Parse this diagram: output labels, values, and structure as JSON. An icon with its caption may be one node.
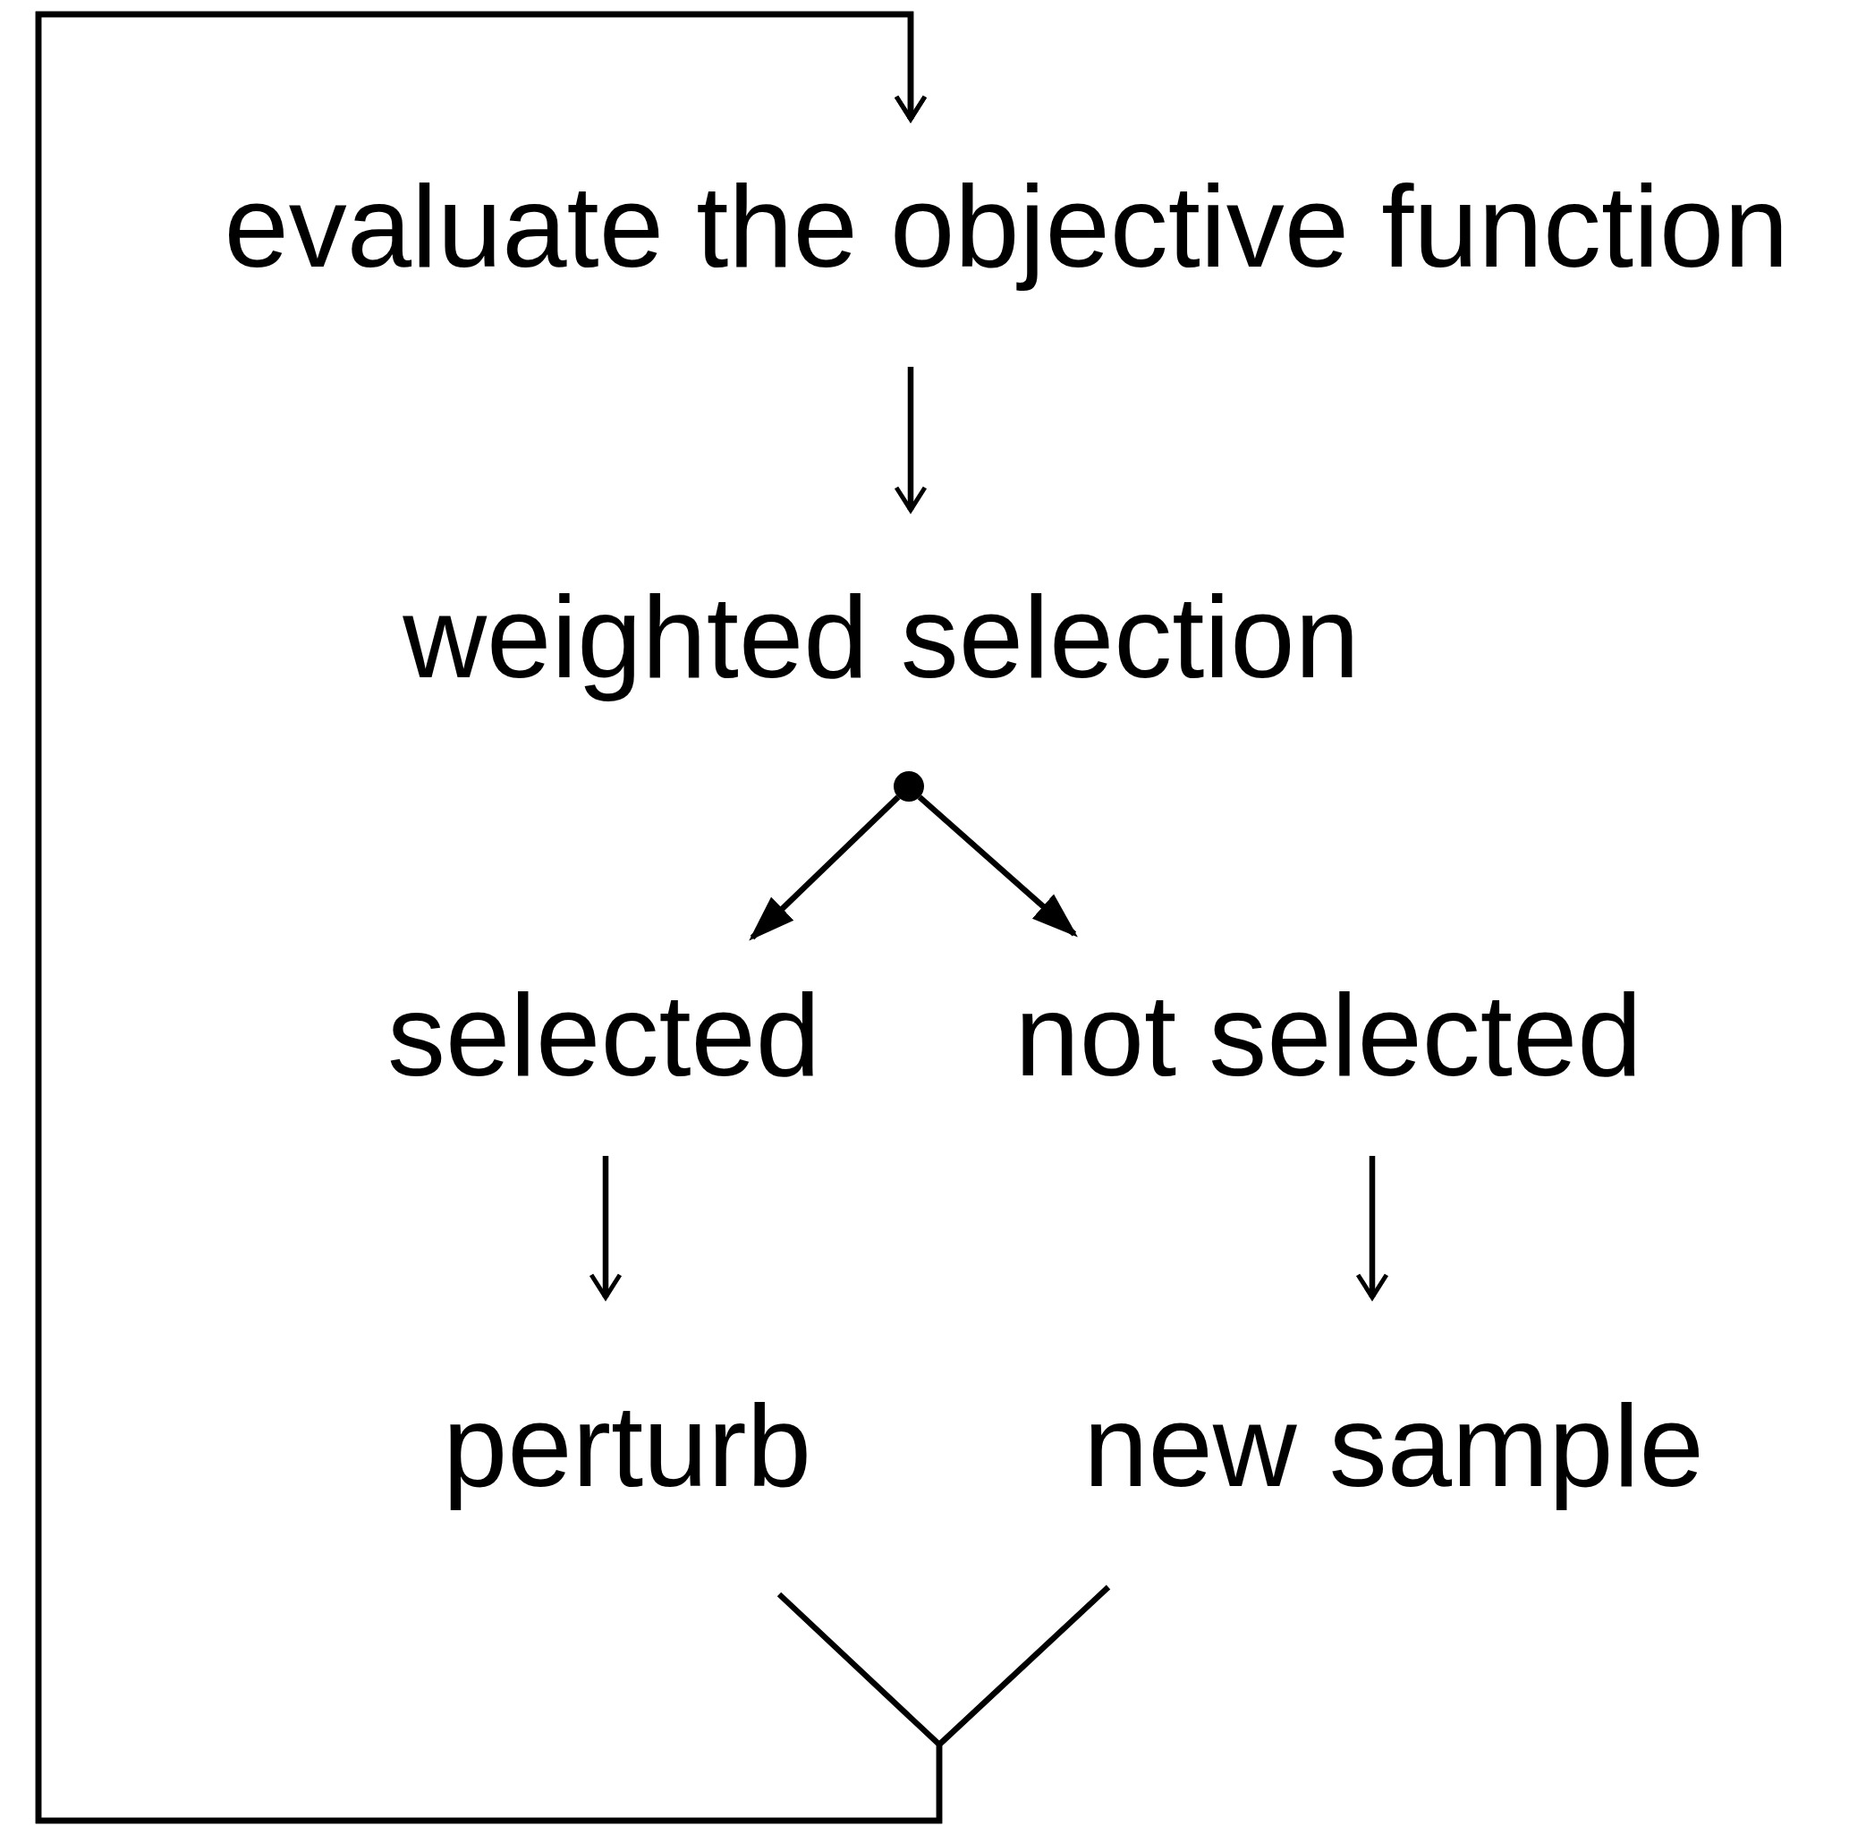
{
  "diagram": {
    "nodes": [
      {
        "text": [
          "evaluate the objective function"
        ]
      },
      {
        "text": [
          "weighted selection"
        ]
      },
      {
        "text": [],
        "shape": "circle"
      },
      {
        "text": [
          "selected"
        ]
      },
      {
        "text": [
          "not selected"
        ]
      },
      {
        "text": [
          "perturb"
        ]
      },
      {
        "text": [
          "new sample"
        ]
      }
    ],
    "edges": [
      {
        "from": 0,
        "to": 1,
        "arrow": "to"
      },
      {
        "from": 2,
        "to": 3,
        "arrow": "to"
      },
      {
        "from": 2,
        "to": 4,
        "arrow": "to"
      },
      {
        "from": 3,
        "to": 5,
        "arrow": "to"
      },
      {
        "from": 4,
        "to": 6,
        "arrow": "to"
      },
      {
        "from": 5,
        "to": 0,
        "arrow": "to"
      },
      {
        "from": 6,
        "to": 0,
        "arrow": "to"
      }
    ]
  }
}
